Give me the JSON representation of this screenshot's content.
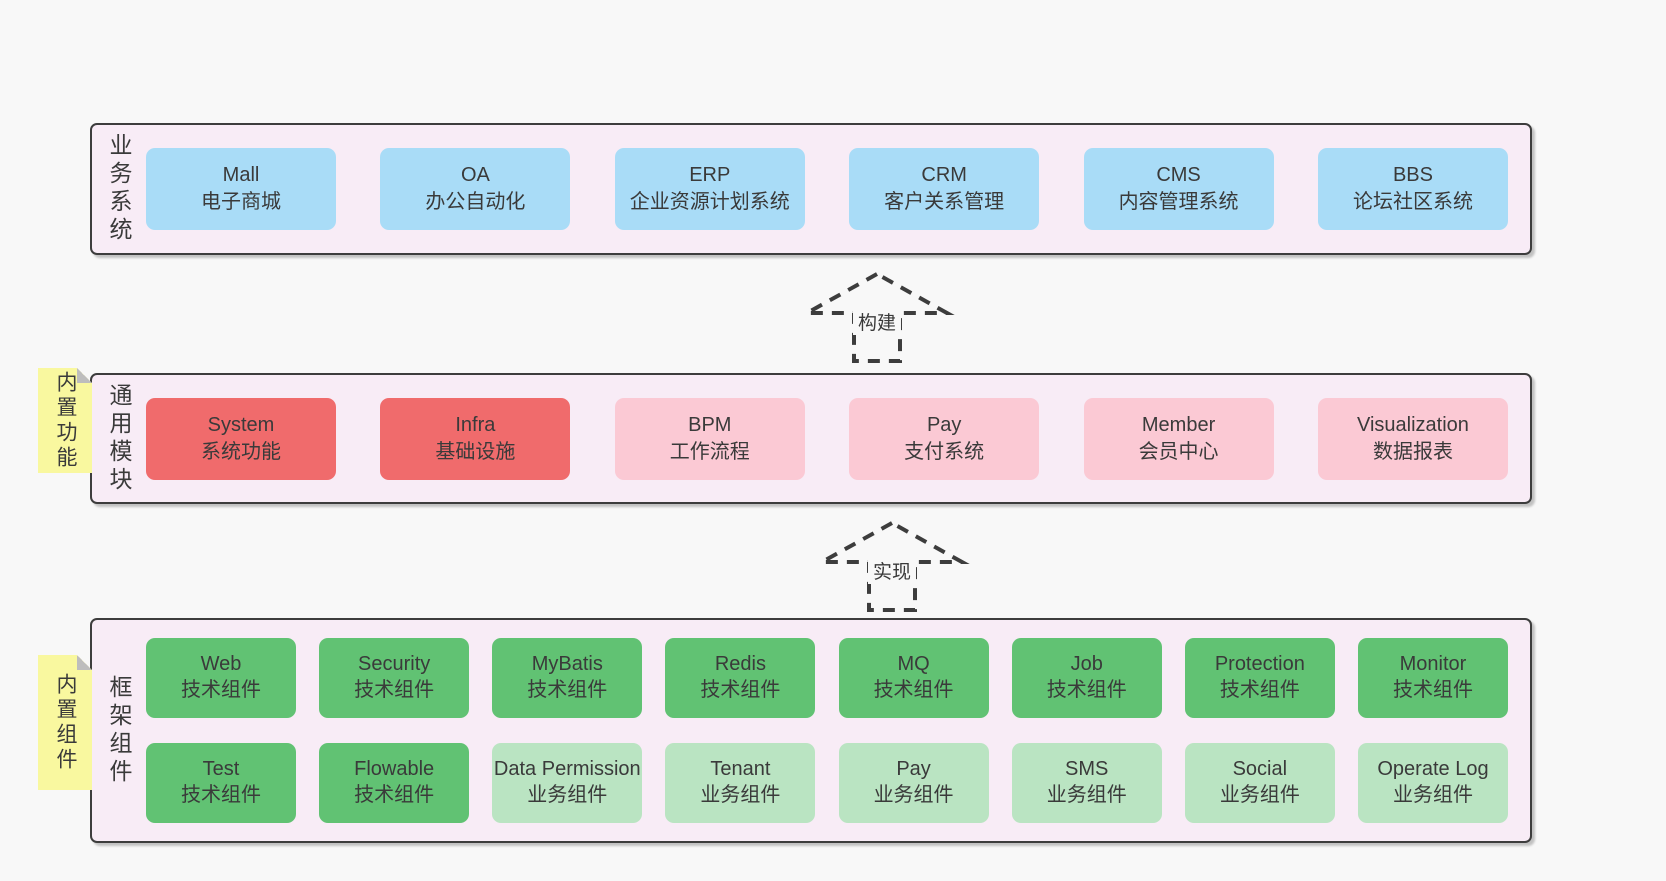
{
  "colors": {
    "page_bg": "#f8f8f8",
    "band_bg": "#f8ecf6",
    "band_border": "#3d3d3d",
    "box_blue": "#a9dcf7",
    "box_red": "#f06b6c",
    "box_pink": "#fbc9d4",
    "box_green_dark": "#61c273",
    "box_green_light": "#bae4c2",
    "note_yellow": "#f9f89f",
    "text": "#3a3a3a"
  },
  "arrows": [
    {
      "label": "构建"
    },
    {
      "label": "实现"
    }
  ],
  "bands": [
    {
      "label": "业务系统",
      "items": [
        {
          "en": "Mall",
          "zh": "电子商城"
        },
        {
          "en": "OA",
          "zh": "办公自动化"
        },
        {
          "en": "ERP",
          "zh": "企业资源计划系统"
        },
        {
          "en": "CRM",
          "zh": "客户关系管理"
        },
        {
          "en": "CMS",
          "zh": "内容管理系统"
        },
        {
          "en": "BBS",
          "zh": "论坛社区系统"
        }
      ]
    },
    {
      "label": "通用模块",
      "note": "内置功能",
      "items": [
        {
          "en": "System",
          "zh": "系统功能"
        },
        {
          "en": "Infra",
          "zh": "基础设施"
        },
        {
          "en": "BPM",
          "zh": "工作流程"
        },
        {
          "en": "Pay",
          "zh": "支付系统"
        },
        {
          "en": "Member",
          "zh": "会员中心"
        },
        {
          "en": "Visualization",
          "zh": "数据报表"
        }
      ]
    },
    {
      "label": "框架组件",
      "note": "内置组件",
      "rows": [
        [
          {
            "en": "Web",
            "zh": "技术组件"
          },
          {
            "en": "Security",
            "zh": "技术组件"
          },
          {
            "en": "MyBatis",
            "zh": "技术组件"
          },
          {
            "en": "Redis",
            "zh": "技术组件"
          },
          {
            "en": "MQ",
            "zh": "技术组件"
          },
          {
            "en": "Job",
            "zh": "技术组件"
          },
          {
            "en": "Protection",
            "zh": "技术组件"
          },
          {
            "en": "Monitor",
            "zh": "技术组件"
          }
        ],
        [
          {
            "en": "Test",
            "zh": "技术组件"
          },
          {
            "en": "Flowable",
            "zh": "技术组件"
          },
          {
            "en": "Data Permission",
            "zh": "业务组件"
          },
          {
            "en": "Tenant",
            "zh": "业务组件"
          },
          {
            "en": "Pay",
            "zh": "业务组件"
          },
          {
            "en": "SMS",
            "zh": "业务组件"
          },
          {
            "en": "Social",
            "zh": "业务组件"
          },
          {
            "en": "Operate Log",
            "zh": "业务组件"
          }
        ]
      ]
    }
  ]
}
